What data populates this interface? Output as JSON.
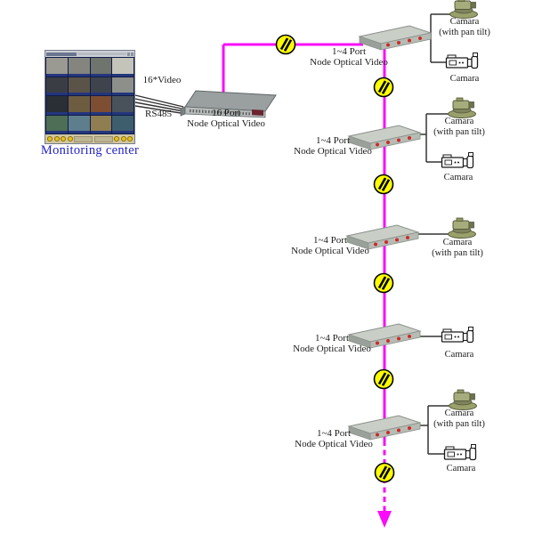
{
  "monitoring_center": {
    "label": "Monitoring center",
    "window_name": "cctv-multiview-window",
    "cells": [
      "#9a9a92",
      "#83857e",
      "#6f746c",
      "#c4c4ba",
      "#3a3e44",
      "#5c5348",
      "#3f444c",
      "#8d908a",
      "#2a2e35",
      "#6e5c40",
      "#7e4e32",
      "#49525a",
      "#4e6e56",
      "#5e7e8e",
      "#8e7e52",
      "#3e5e6e"
    ]
  },
  "head_end": {
    "video_label": "16*Video",
    "rs485_label": "RS485",
    "device_label_line1": "16 Port",
    "device_label_line2": "Node Optical Video"
  },
  "nodes": [
    {
      "label_line1": "1~4 Port",
      "label_line2": "Node Optical Video",
      "cameras": [
        {
          "type": "pan-tilt",
          "label": "Camara",
          "sublabel": "(with pan tilt)"
        },
        {
          "type": "fixed",
          "label": "Camara"
        }
      ]
    },
    {
      "label_line1": "1~4 Port",
      "label_line2": "Node Optical Video",
      "cameras": [
        {
          "type": "pan-tilt",
          "label": "Camara",
          "sublabel": "(with pan tilt)"
        },
        {
          "type": "fixed",
          "label": "Camara"
        }
      ]
    },
    {
      "label_line1": "1~4 Port",
      "label_line2": "Node Optical Video",
      "cameras": [
        {
          "type": "pan-tilt",
          "label": "Camara",
          "sublabel": "(with pan tilt)"
        }
      ]
    },
    {
      "label_line1": "1~4 Port",
      "label_line2": "Node Optical Video",
      "cameras": [
        {
          "type": "fixed",
          "label": "Camara"
        }
      ]
    },
    {
      "label_line1": "1~4 Port",
      "label_line2": "Node Optical Video",
      "cameras": [
        {
          "type": "pan-tilt",
          "label": "Camara",
          "sublabel": "(with pan tilt)"
        },
        {
          "type": "fixed",
          "label": "Camara"
        }
      ]
    }
  ],
  "colors": {
    "fiber_line": "#fa0cfa",
    "splice_fill": "#ffff00",
    "camera_wire": "#333333",
    "monitoring_label": "#2323cc",
    "node_port": "#cc2a2a"
  }
}
